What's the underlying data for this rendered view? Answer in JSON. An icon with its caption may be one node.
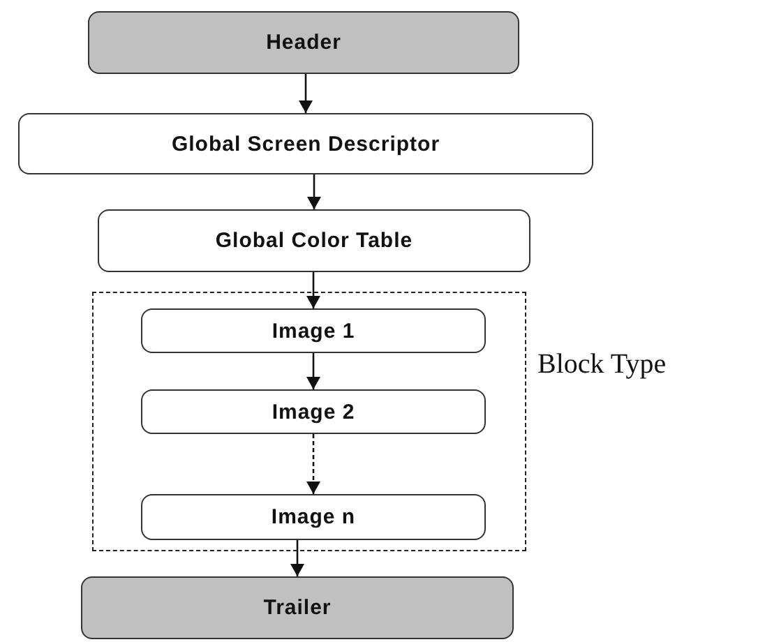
{
  "diagram": {
    "nodes": [
      {
        "text": [
          "Header"
        ]
      },
      {
        "text": [
          "Global Screen Descriptor"
        ]
      },
      {
        "text": [
          "Global Color Table"
        ]
      },
      {
        "text": [
          "Block Type"
        ]
      },
      {
        "text": [
          "Image 1"
        ],
        "in": 3
      },
      {
        "text": [
          "Image 2"
        ],
        "in": 3
      },
      {
        "text": [
          "Image n"
        ],
        "in": 3
      },
      {
        "text": [
          "Trailer"
        ]
      }
    ],
    "edges": [
      {
        "from": 0,
        "to": 1,
        "arrow": "to"
      },
      {
        "from": 1,
        "to": 2,
        "arrow": "to"
      },
      {
        "from": 2,
        "to": 4,
        "arrow": "to"
      },
      {
        "from": 4,
        "to": 5,
        "arrow": "to"
      },
      {
        "from": 5,
        "to": 6,
        "arrow": "to",
        "style": "dashed"
      },
      {
        "from": 6,
        "to": 7,
        "arrow": "to"
      }
    ]
  }
}
